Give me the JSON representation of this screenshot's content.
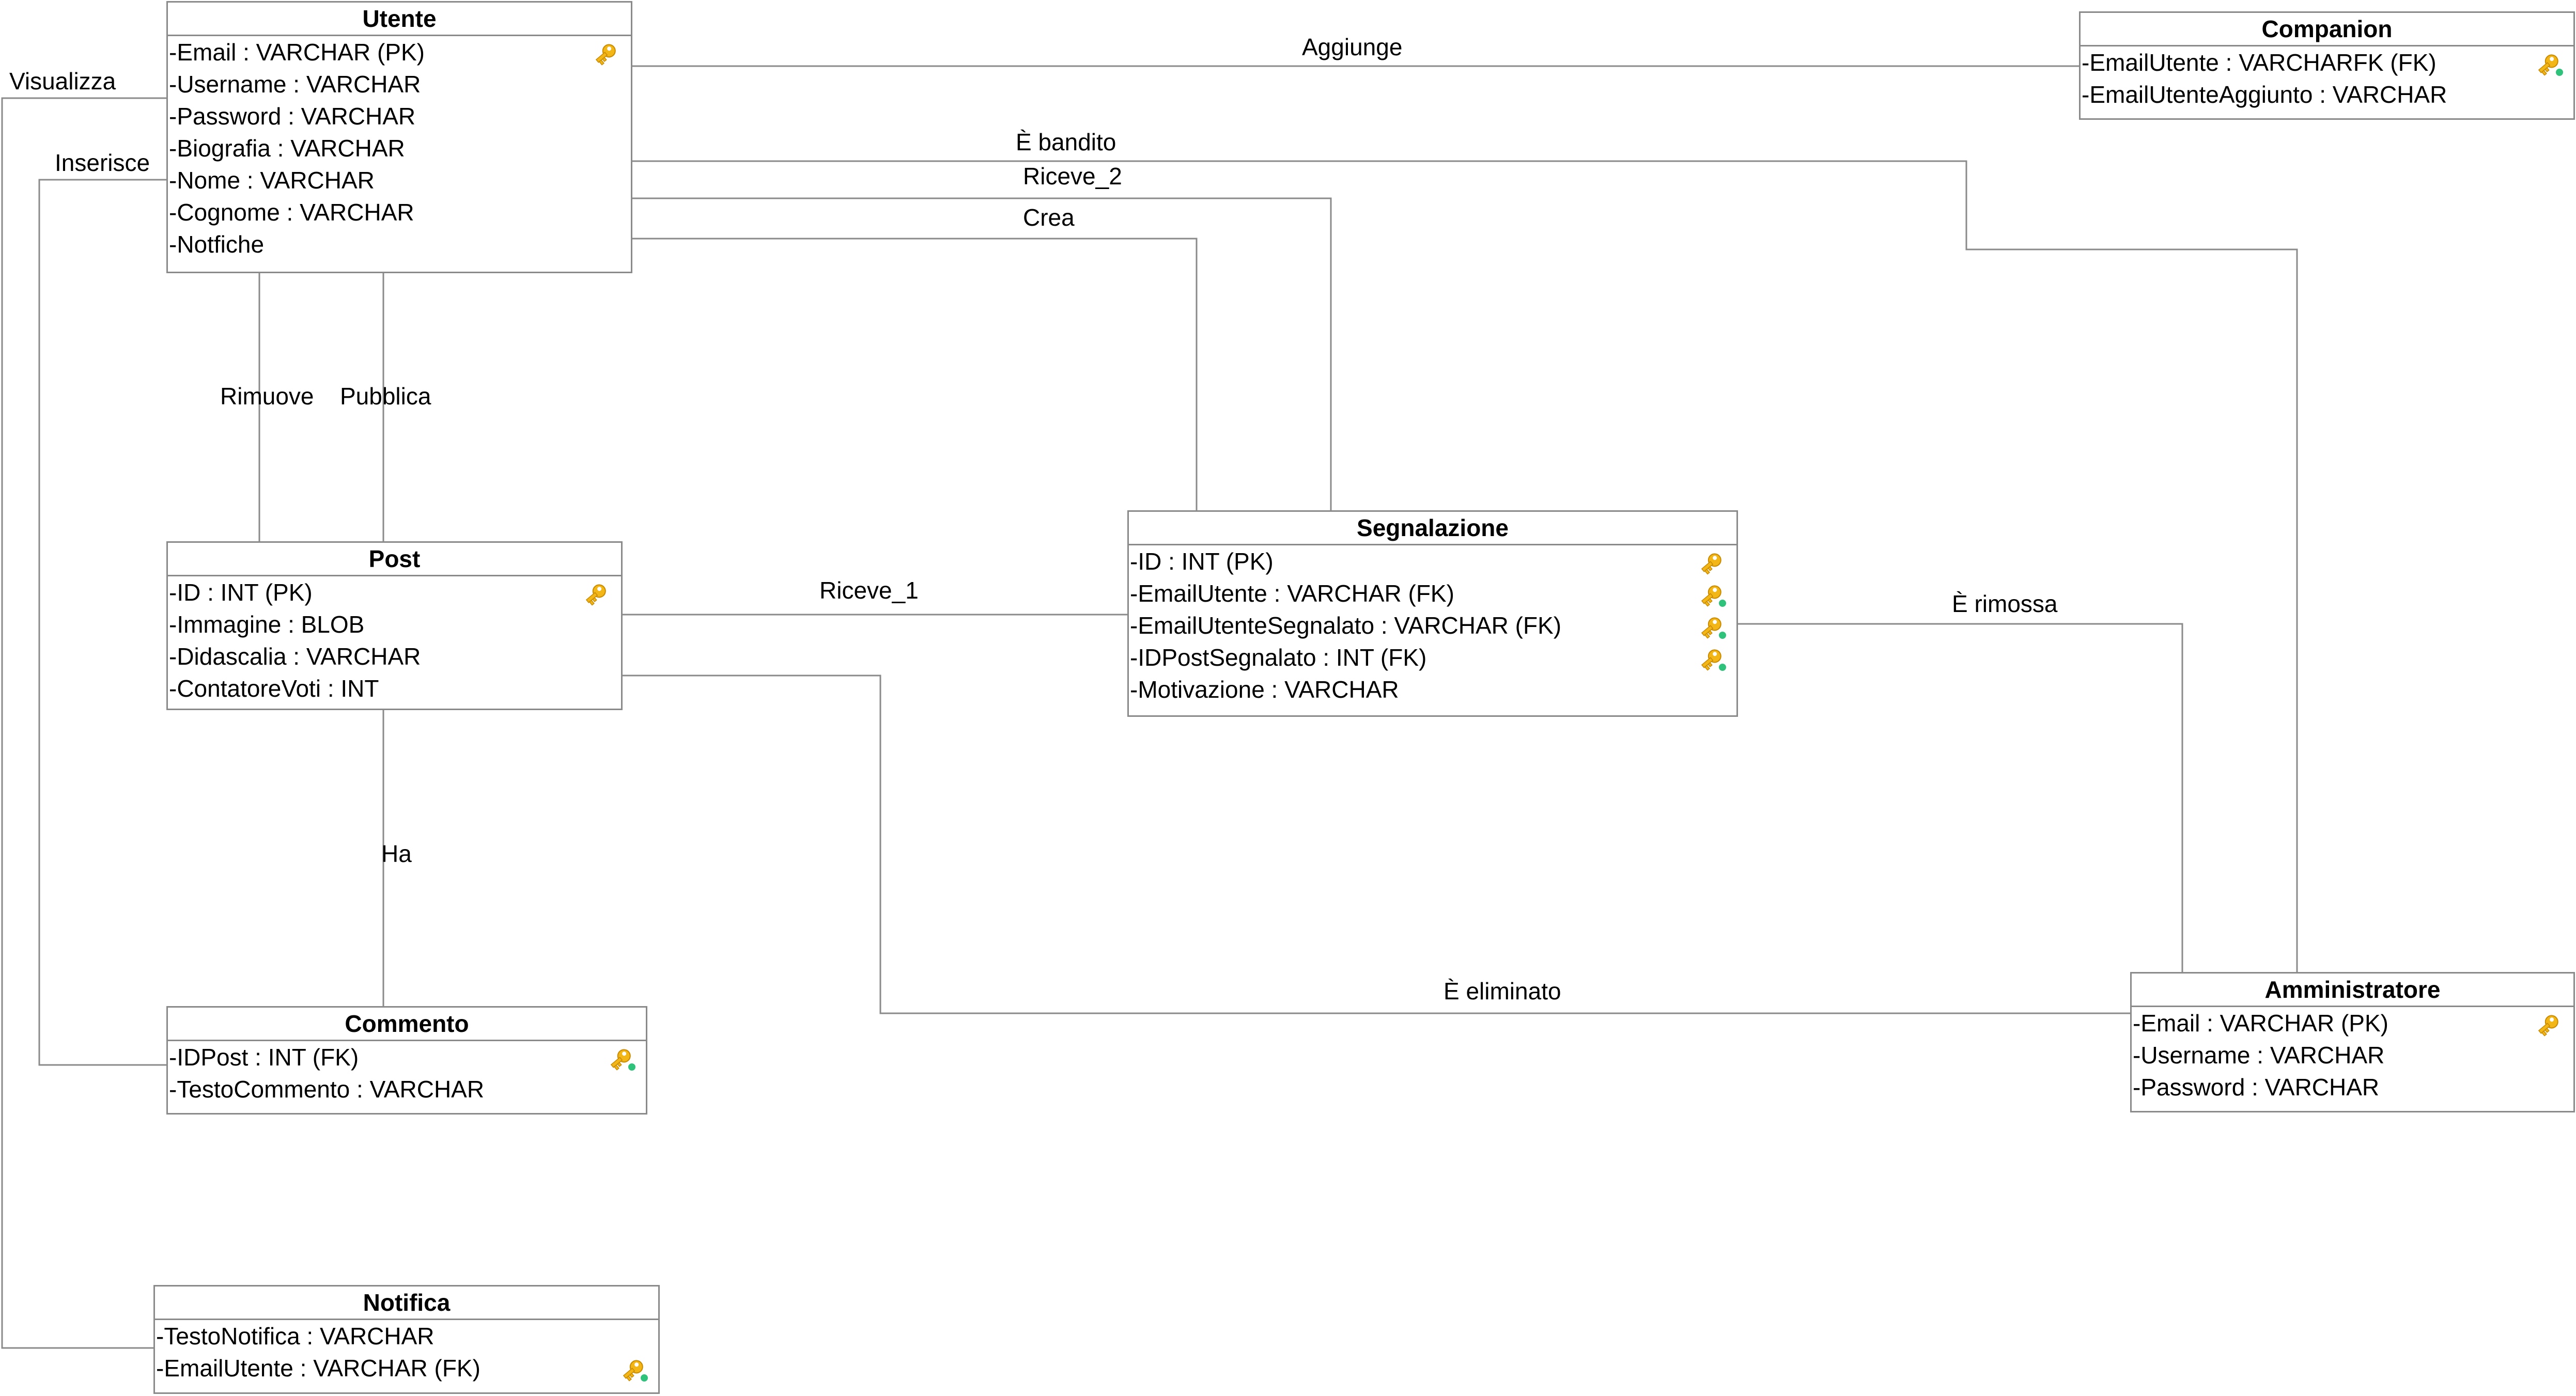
{
  "colors": {
    "line": "#8a8a8a",
    "key": "#f2b617",
    "key_dark": "#c98a00",
    "fk_dot": "#2fc27a"
  },
  "entities": {
    "utente": {
      "title": "Utente",
      "attributes": [
        {
          "text": "-Email : VARCHAR (PK)",
          "icon": "primary-key-icon"
        },
        {
          "text": "-Username : VARCHAR"
        },
        {
          "text": "-Password : VARCHAR"
        },
        {
          "text": "-Biografia : VARCHAR"
        },
        {
          "text": "-Nome : VARCHAR"
        },
        {
          "text": "-Cognome : VARCHAR"
        },
        {
          "text": "-Notfiche"
        }
      ]
    },
    "companion": {
      "title": "Companion",
      "attributes": [
        {
          "text": "-EmailUtente : VARCHARFK (FK)",
          "icon": "foreign-key-icon"
        },
        {
          "text": "-EmailUtenteAggiunto : VARCHAR"
        }
      ]
    },
    "post": {
      "title": "Post",
      "attributes": [
        {
          "text": "-ID : INT (PK)",
          "icon": "primary-key-icon"
        },
        {
          "text": "-Immagine : BLOB"
        },
        {
          "text": "-Didascalia : VARCHAR"
        },
        {
          "text": "-ContatoreVoti : INT"
        }
      ]
    },
    "segnalazione": {
      "title": "Segnalazione",
      "attributes": [
        {
          "text": "-ID : INT (PK)",
          "icon": "primary-key-icon"
        },
        {
          "text": "-EmailUtente : VARCHAR (FK)",
          "icon": "foreign-key-icon"
        },
        {
          "text": "-EmailUtenteSegnalato : VARCHAR (FK)",
          "icon": "foreign-key-icon"
        },
        {
          "text": "-IDPostSegnalato : INT (FK)",
          "icon": "foreign-key-icon"
        },
        {
          "text": "-Motivazione : VARCHAR"
        }
      ]
    },
    "commento": {
      "title": "Commento",
      "attributes": [
        {
          "text": "-IDPost : INT (FK)",
          "icon": "foreign-key-icon"
        },
        {
          "text": "-TestoCommento : VARCHAR"
        }
      ]
    },
    "amministratore": {
      "title": "Amministratore",
      "attributes": [
        {
          "text": "-Email : VARCHAR (PK)",
          "icon": "primary-key-icon"
        },
        {
          "text": "-Username : VARCHAR"
        },
        {
          "text": "-Password : VARCHAR"
        }
      ]
    },
    "notifica": {
      "title": "Notifica",
      "attributes": [
        {
          "text": "-TestoNotifica : VARCHAR"
        },
        {
          "text": "-EmailUtente : VARCHAR (FK)",
          "icon": "foreign-key-icon"
        }
      ]
    }
  },
  "relationships": {
    "aggiunge": "Aggiunge",
    "e_bandito": "È bandito",
    "riceve_2": "Riceve_2",
    "crea": "Crea",
    "visualizza": "Visualizza",
    "inserisce": "Inserisce",
    "rimuove": "Rimuove",
    "pubblica": "Pubblica",
    "riceve_1": "Riceve_1",
    "e_rimossa": "È rimossa",
    "ha": "Ha",
    "e_eliminato": "È eliminato"
  }
}
